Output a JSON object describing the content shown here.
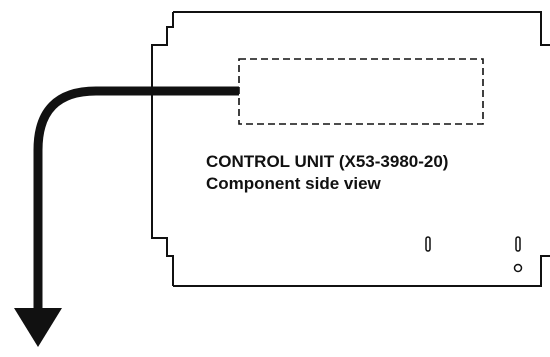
{
  "diagram": {
    "board_title": "CONTROL UNIT (X53-3980-20)",
    "board_subtitle": "Component side view",
    "colors": {
      "line": "#111111",
      "background": "#ffffff"
    },
    "icons": {
      "pointer": "curved-arrow-down-icon",
      "connector": "connector-outline-dashed",
      "slot": "slot-icon",
      "hole": "mounting-hole-icon"
    }
  }
}
